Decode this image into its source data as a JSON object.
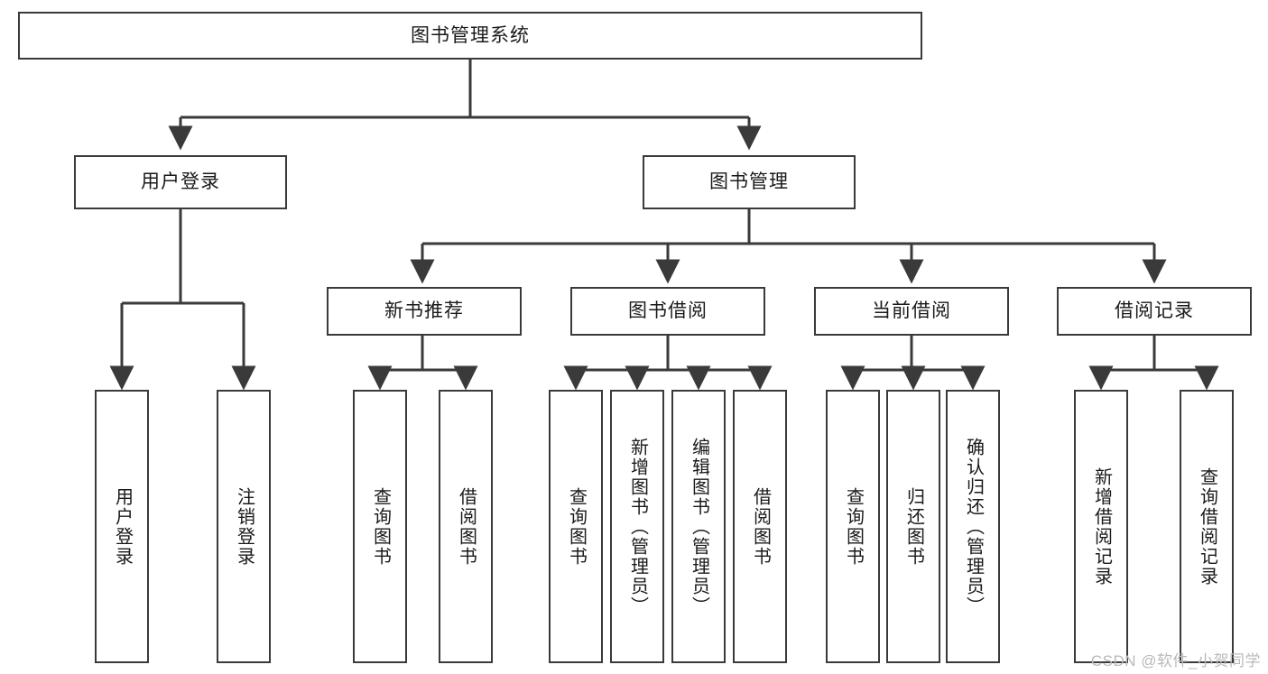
{
  "diagram": {
    "title": "图书管理系统",
    "type": "hierarchy-tree",
    "watermark": "CSDN @软件_小贺同学",
    "colors": {
      "node_border": "#3a3a3a",
      "node_fill": "#ffffff",
      "edge": "#3a3a3a",
      "text": "#1a1a1a",
      "watermark": "#b9b9b9",
      "background": "#ffffff"
    },
    "root": {
      "label": "图书管理系统",
      "orientation": "horizontal"
    },
    "level2": [
      {
        "label": "用户登录",
        "orientation": "horizontal"
      },
      {
        "label": "图书管理",
        "orientation": "horizontal"
      }
    ],
    "level3": [
      {
        "label": "新书推荐",
        "orientation": "horizontal"
      },
      {
        "label": "图书借阅",
        "orientation": "horizontal"
      },
      {
        "label": "当前借阅",
        "orientation": "horizontal"
      },
      {
        "label": "借阅记录",
        "orientation": "horizontal"
      }
    ],
    "leaves": {
      "user_login": [
        {
          "label": "用户登录",
          "orientation": "vertical"
        },
        {
          "label": "注销登录",
          "orientation": "vertical"
        }
      ],
      "new_book_recommend": [
        {
          "label": "查询图书",
          "orientation": "vertical"
        },
        {
          "label": "借阅图书",
          "orientation": "vertical"
        }
      ],
      "book_borrow": [
        {
          "label": "查询图书",
          "orientation": "vertical"
        },
        {
          "label": "新增图书（管理员）",
          "orientation": "vertical"
        },
        {
          "label": "编辑图书（管理员）",
          "orientation": "vertical"
        },
        {
          "label": "借阅图书",
          "orientation": "vertical"
        }
      ],
      "current_borrow": [
        {
          "label": "查询图书",
          "orientation": "vertical"
        },
        {
          "label": "归还图书",
          "orientation": "vertical"
        },
        {
          "label": "确认归还（管理员）",
          "orientation": "vertical"
        }
      ],
      "borrow_record": [
        {
          "label": "新增借阅记录",
          "orientation": "vertical"
        },
        {
          "label": "查询借阅记录",
          "orientation": "vertical"
        }
      ]
    }
  }
}
